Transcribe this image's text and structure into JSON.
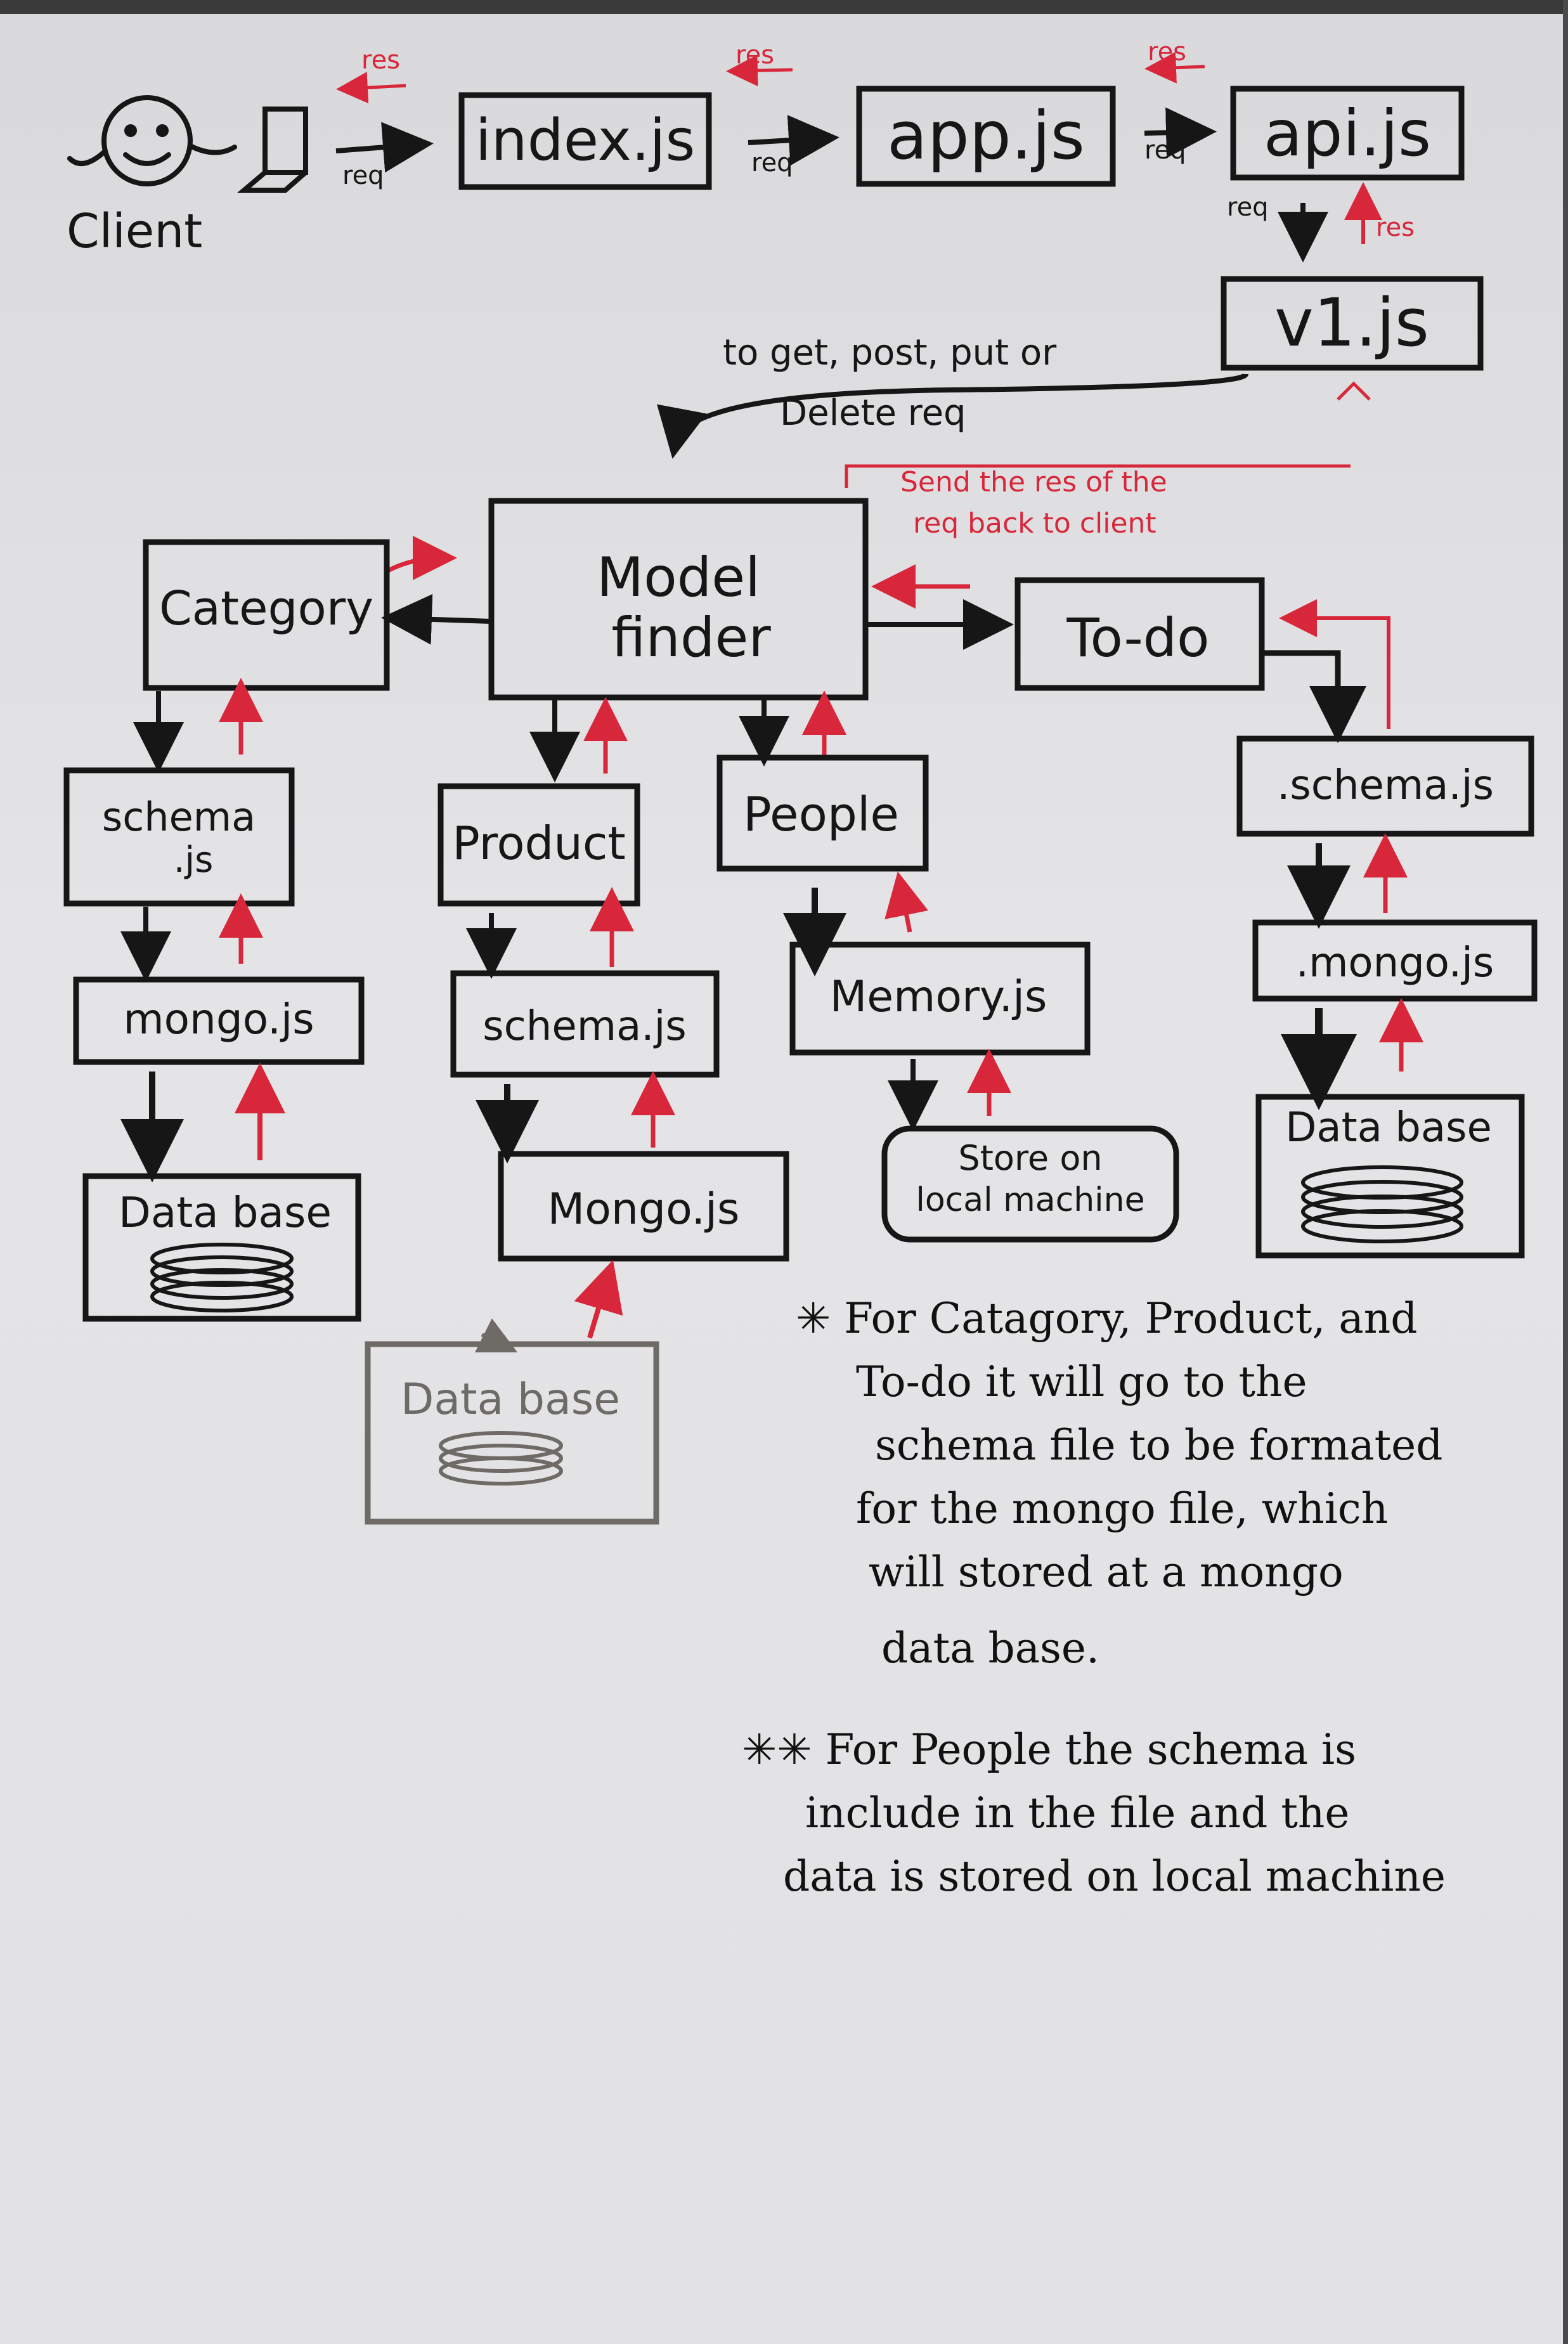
{
  "diagram": {
    "client": "Client",
    "files": {
      "index": "index.js",
      "app": "app.js",
      "api": "api.js",
      "v1": "v1.js"
    },
    "flow_labels": {
      "req": "req",
      "res": "res",
      "v1_to_finder_line1": "to get, post, put or",
      "v1_to_finder_line2": "Delete req",
      "send_res_line1": "Send the res of the",
      "send_res_line2": "req back to client"
    },
    "model_finder_line1": "Model",
    "model_finder_line2": "finder",
    "category": {
      "name": "Category",
      "schema_line1": "schema",
      "schema_line2": ".js",
      "mongo": "mongo.js",
      "db": "Data base"
    },
    "product": {
      "name": "Product",
      "schema": "schema.js",
      "mongo": "Mongo.js",
      "db": "Data base"
    },
    "people": {
      "name": "People",
      "memory": "Memory.js",
      "store_line1": "Store on",
      "store_line2": "local machine"
    },
    "todo": {
      "name": "To-do",
      "schema": ".schema.js",
      "mongo": ".mongo.js",
      "db": "Data base"
    }
  },
  "notes": {
    "note1": [
      "✳ For Catagory, Product, and",
      "To-do it will go to the",
      "schema file to be formated",
      "for the mongo file, which",
      "will stored at a mongo",
      "data base."
    ],
    "note2": [
      "✳✳ For People the schema is",
      "include in the file and the",
      "data is stored on local machine"
    ]
  },
  "colors": {
    "ink": "#161616",
    "red": "#d8263a",
    "faded": "#6e6a66"
  }
}
